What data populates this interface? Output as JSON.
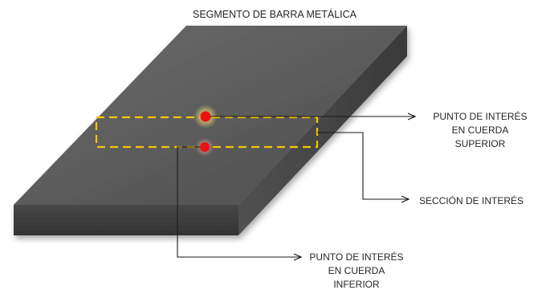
{
  "title": "SEGMENTO DE BARRA METÁLICA",
  "labels": {
    "top_point": [
      "PUNTO DE INTERÉS",
      "EN CUERDA",
      "SUPERIOR"
    ],
    "section": "SECCIÓN DE INTERÉS",
    "bottom_point": [
      "PUNTO DE INTERÉS",
      "EN CUERDA",
      "INFERIOR"
    ]
  },
  "colors": {
    "plate_top": "#5a5a5a",
    "plate_front": "#3e3e3e",
    "plate_side": "#4b4b4b",
    "section_outline": "#f5c400",
    "points": "#ee1111",
    "leaders": "#1a1a1a",
    "text": "#262626"
  }
}
